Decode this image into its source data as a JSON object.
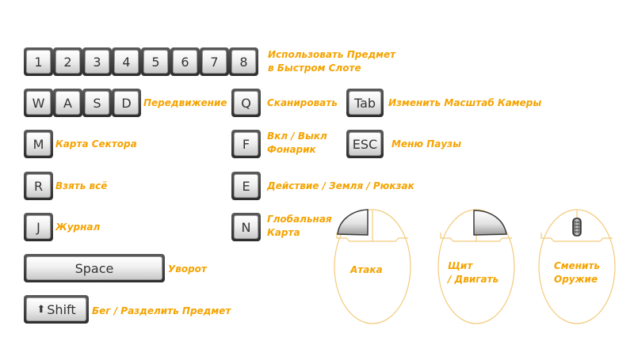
{
  "keys": {
    "k1": "1",
    "k2": "2",
    "k3": "3",
    "k4": "4",
    "k5": "5",
    "k6": "6",
    "k7": "7",
    "k8": "8",
    "w": "W",
    "a": "A",
    "s": "S",
    "d": "D",
    "q": "Q",
    "tab": "Tab",
    "m": "M",
    "f": "F",
    "esc": "ESC",
    "r": "R",
    "e": "E",
    "j": "J",
    "n": "N",
    "space": "Space",
    "shift": "Shift"
  },
  "labels": {
    "quick_slot_1": "Использовать Предмет",
    "quick_slot_2": "в Быстром Слоте",
    "move": "Передвижение",
    "scan": "Сканировать",
    "camera_zoom": "Изменить Масштаб Камеры",
    "sector_map": "Карта Сектора",
    "flashlight_1": "Вкл / Выкл",
    "flashlight_2": "Фонарик",
    "pause_menu": "Меню Паузы",
    "take_all": "Взять всё",
    "action": "Действие / Земля / Рюкзак",
    "journal": "Журнал",
    "global_map_1": "Глобальная",
    "global_map_2": "Карта",
    "dodge": "Уворот",
    "run": "Бег / Разделить Предмет"
  },
  "mouse": {
    "attack": "Атака",
    "shield_1": "Щит",
    "shield_2": "/ Двигать",
    "weapon_1": "Сменить",
    "weapon_2": "Оружие"
  },
  "colors": {
    "label": "#f5a300",
    "outline": "#f3ca7a",
    "key_border": "#3a3a3a"
  }
}
